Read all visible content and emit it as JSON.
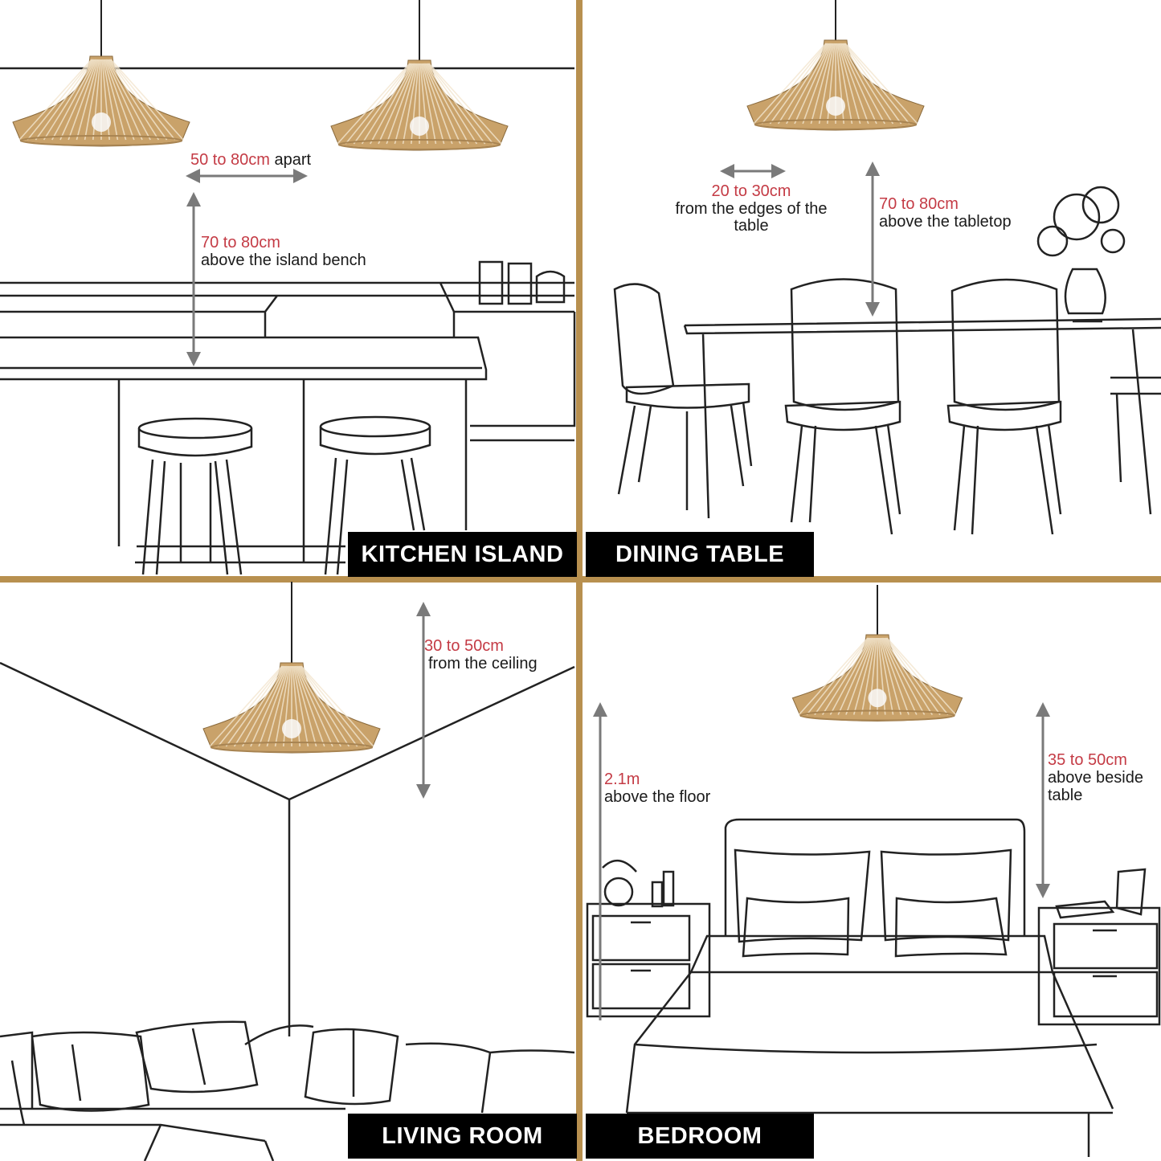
{
  "colors": {
    "divider": "#b8904f",
    "accent_text": "#c43b45",
    "lamp_wood": "#c9a26a",
    "label_bg": "#000000",
    "arrow": "#7a7a7a"
  },
  "panels": [
    {
      "label": "KITCHEN ISLAND",
      "annotations": [
        {
          "value": "50 to 80cm",
          "description": "apart"
        },
        {
          "value": "70 to 80cm",
          "description": "above the island bench"
        }
      ]
    },
    {
      "label": "DINING TABLE",
      "annotations": [
        {
          "value": "20 to 30cm",
          "description_lines": [
            "from the edges of the",
            "table"
          ]
        },
        {
          "value": "70 to 80cm",
          "description": "above the tabletop"
        }
      ]
    },
    {
      "label": "LIVING ROOM",
      "annotations": [
        {
          "value": "30 to 50cm",
          "description": "from the ceiling"
        }
      ]
    },
    {
      "label": "BEDROOM",
      "annotations": [
        {
          "value": "2.1m",
          "description": "above the floor"
        },
        {
          "value": "35 to 50cm",
          "description_lines": [
            "above beside",
            "table"
          ]
        }
      ]
    }
  ]
}
